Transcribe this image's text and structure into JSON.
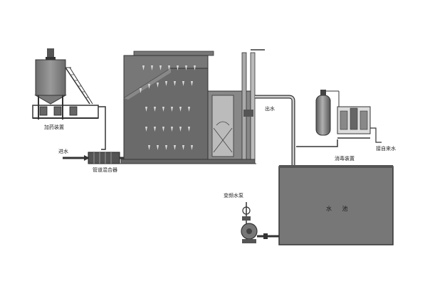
{
  "labels": {
    "dosing_device": "加药装置",
    "inlet_water": "进水",
    "pipe_mixer": "管道混合器",
    "outlet_water": "出水",
    "disinfection_device": "消毒装置",
    "disinfectant_pipe": "接自来水",
    "clear_water_tank": "水 池",
    "pump": "变频水泵"
  }
}
